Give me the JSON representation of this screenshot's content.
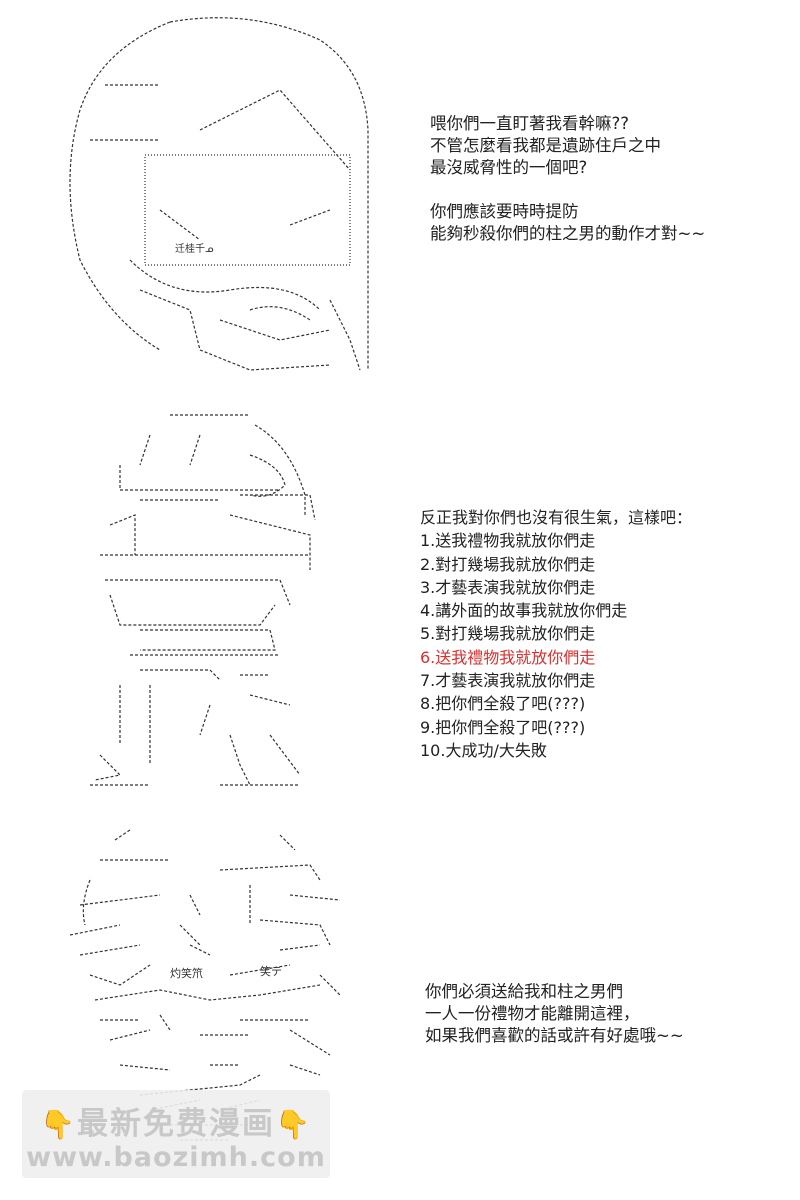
{
  "panel1": {
    "lines": [
      "喂你們一直盯著我看幹嘛??",
      "不管怎麼看我都是遺跡住戶之中",
      "最沒威脅性的一個吧?",
      "",
      "你們應該要時時提防",
      "能夠秒殺你們的柱之男的動作才對~~"
    ],
    "art_label": "迁桂千ᓄ"
  },
  "panel2": {
    "intro": "反正我對你們也沒有很生氣，這樣吧：",
    "options": [
      "1.送我禮物我就放你們走",
      "2.對打幾場我就放你們走",
      "3.才藝表演我就放你們走",
      "4.講外面的故事我就放你們走",
      "5.對打幾場我就放你們走",
      "6.送我禮物我就放你們走",
      "7.才藝表演我就放你們走",
      "8.把你們全殺了吧(???)",
      "9.把你們全殺了吧(???)",
      "10.大成功/大失敗"
    ],
    "highlight_color": "#d93030"
  },
  "panel3": {
    "lines": [
      "你們必須送給我和柱之男們",
      "一人一份禮物才能離開這裡，",
      "如果我們喜歡的話或許有好處哦~~"
    ],
    "art_label_left": "灼笑笊",
    "art_label_right": "笑テ"
  },
  "watermark": {
    "line1": "最新免费漫画",
    "line2": "www.baozimh.com",
    "icon": "pointing-hand-icon",
    "icon_color": "#f2a316"
  }
}
